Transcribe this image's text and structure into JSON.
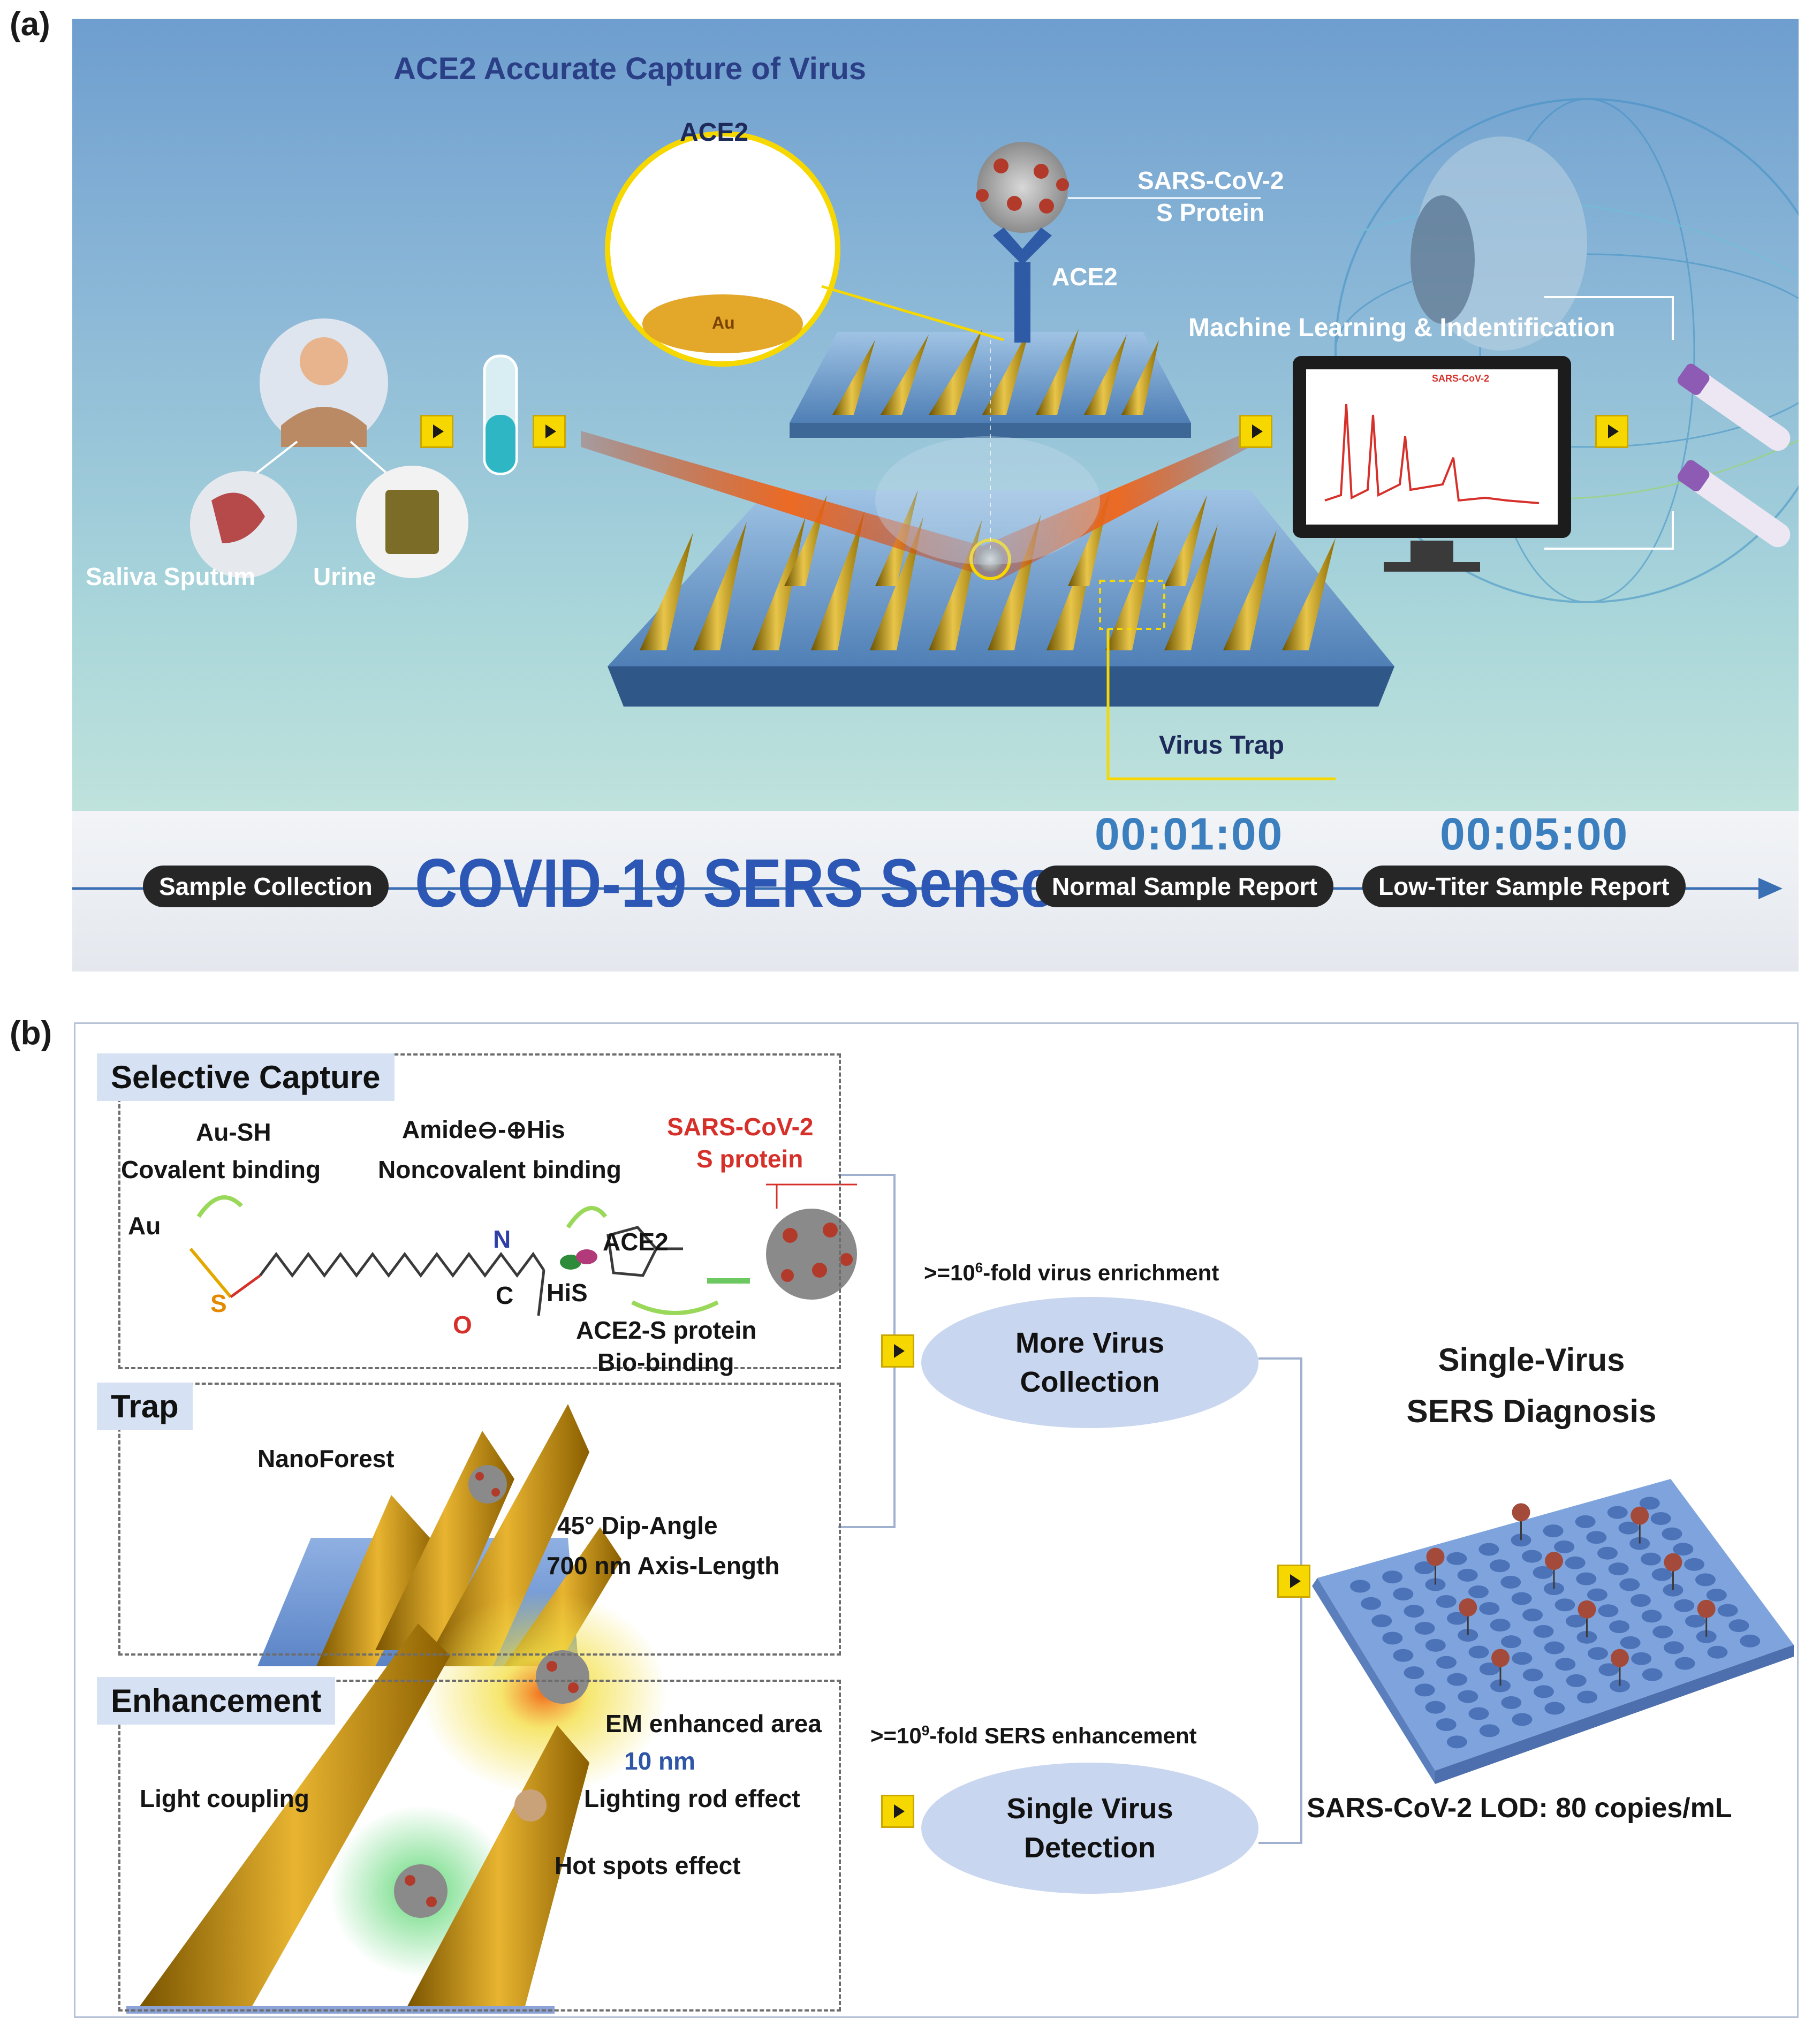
{
  "panel_a": {
    "label": "(a)",
    "title": "ACE2 Accurate Capture of Virus",
    "inset_ace2": "ACE2",
    "inset_au": "Au",
    "sars_label_1": "SARS-CoV-2",
    "sars_label_2": "S Protein",
    "ace2_label": "ACE2",
    "ml_label": "Machine Learning & Indentification",
    "monitor_plot_title": "SARS-CoV-2",
    "saliva_label": "Saliva Sputum",
    "urine_label": "Urine",
    "virus_trap_label": "Virus Trap"
  },
  "timeline": {
    "sample_collection": "Sample Collection",
    "sensor_title": "COVID-19 SERS Sensor",
    "timer_1": "00:01:00",
    "timer_2": "00:05:00",
    "normal_report": "Normal Sample Report",
    "low_titer_report": "Low-Titer Sample Report"
  },
  "panel_b": {
    "label": "(b)",
    "selective_capture": "Selective Capture",
    "au_sh": "Au-SH",
    "covalent": "Covalent binding",
    "amide_his": "Amide⊖-⊕His",
    "noncovalent": "Noncovalent binding",
    "sars_1": "SARS-CoV-2",
    "sars_2": "S protein",
    "au": "Au",
    "s_atom": "S",
    "n_atom": "N",
    "c_atom": "C",
    "o_atom": "O",
    "his": "HiS",
    "ace2": "ACE2",
    "ace2_s_1": "ACE2-S protein",
    "ace2_s_2": "Bio-binding",
    "trap": "Trap",
    "nanoforest": "NanoForest",
    "dip_angle": "45° Dip-Angle",
    "axis_length": "700 nm Axis-Length",
    "enhancement": "Enhancement",
    "em_area": "EM enhanced area",
    "ten_nm": "10 nm",
    "light_coupling": "Light coupling",
    "lighting_rod": "Lighting rod effect",
    "hot_spots": "Hot spots effect",
    "enrichment_pre": ">=10",
    "enrichment_exp": "6",
    "enrichment_post": "-fold virus enrichment",
    "more_virus_1": "More Virus",
    "more_virus_2": "Collection",
    "sers_pre": ">=10",
    "sers_exp": "9",
    "sers_post": "-fold SERS enhancement",
    "single_virus_1": "Single Virus",
    "single_virus_2": "Detection",
    "diagnosis_1": "Single-Virus",
    "diagnosis_2": "SERS Diagnosis",
    "lod": "SARS-CoV-2 LOD: 80 copies/mL"
  },
  "colors": {
    "sky_top": "#6e9ecf",
    "sensor_title": "#2c57b4",
    "timer": "#3c7fbf",
    "tag_bg": "#d6e2f4",
    "ellipse_bg": "#c9d6ef",
    "play_button": "#f6d800",
    "nanocone": "#c9a227",
    "accent_red": "#d6302a"
  }
}
